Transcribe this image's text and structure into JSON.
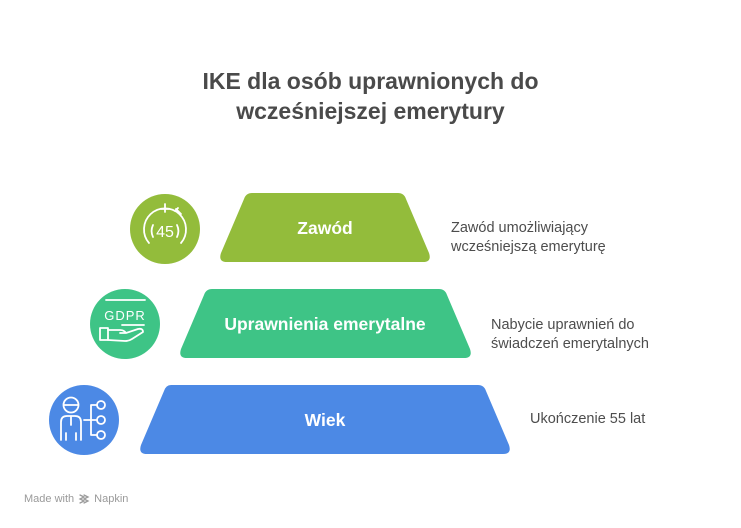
{
  "title": {
    "line1": "IKE dla osób uprawnionych do",
    "line2": "wcześniejszej emerytury"
  },
  "tiers": [
    {
      "label": "Zawód",
      "color": "#93BC3B",
      "icon": "stopwatch-45-icon",
      "icon_text": "45",
      "description": [
        "Zawód umożliwiający",
        "wcześniejszą emeryturę"
      ]
    },
    {
      "label": "Uprawnienia emerytalne",
      "color": "#3EC486",
      "icon": "gdpr-hand-icon",
      "icon_text": "GDPR",
      "description": [
        "Nabycie uprawnień do",
        "świadczeń emerytalnych"
      ]
    },
    {
      "label": "Wiek",
      "color": "#4C89E5",
      "icon": "person-network-icon",
      "description": [
        "Ukończenie 55 lat"
      ]
    }
  ],
  "footer": {
    "made_with": "Made with",
    "brand": "Napkin"
  }
}
